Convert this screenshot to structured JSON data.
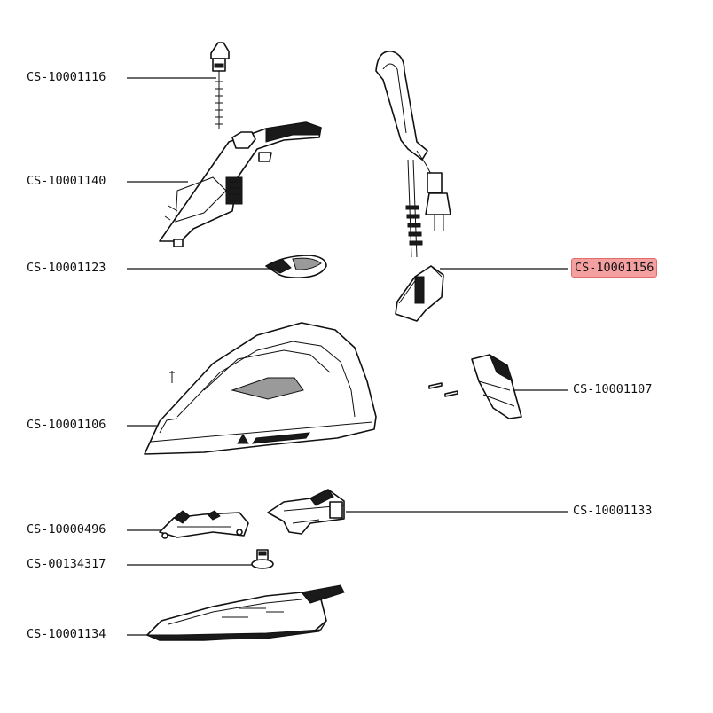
{
  "labels": [
    {
      "id": "cs1",
      "text": "CS-10001116",
      "highlighted": false
    },
    {
      "id": "cs2",
      "text": "CS-10001140",
      "highlighted": false
    },
    {
      "id": "cs3",
      "text": "CS-10001123",
      "highlighted": false
    },
    {
      "id": "cs4",
      "text": "CS-10001156",
      "highlighted": true
    },
    {
      "id": "cs5",
      "text": "CS-10001107",
      "highlighted": false
    },
    {
      "id": "cs6",
      "text": "CS-10001106",
      "highlighted": false
    },
    {
      "id": "cs7",
      "text": "CS-10001133",
      "highlighted": false
    },
    {
      "id": "cs8",
      "text": "CS-10000496",
      "highlighted": false
    },
    {
      "id": "cs9",
      "text": "CS-00134317",
      "highlighted": false
    },
    {
      "id": "cs10",
      "text": "CS-10001134",
      "highlighted": false
    }
  ],
  "colors": {
    "highlight": "#f4a0a0",
    "highlight_border": "#e06c6c",
    "ink": "#111111"
  }
}
